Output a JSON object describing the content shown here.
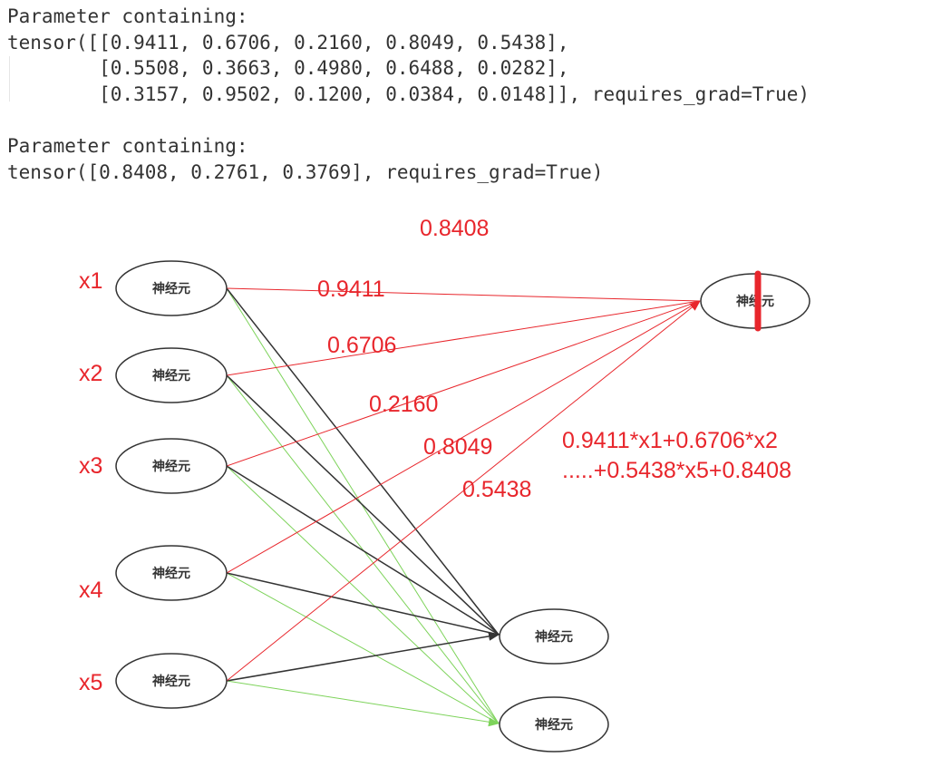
{
  "code": {
    "block1": "Parameter containing:\ntensor([[0.9411, 0.6706, 0.2160, 0.8049, 0.5438],\n        [0.5508, 0.3663, 0.4980, 0.6488, 0.0282],\n        [0.3157, 0.9502, 0.1200, 0.0384, 0.0148]], requires_grad=True)",
    "block2": "Parameter containing:\ntensor([0.8408, 0.2761, 0.3769], requires_grad=True)"
  },
  "diagram": {
    "neuron_label": "神经元",
    "inputs": [
      "x1",
      "x2",
      "x3",
      "x4",
      "x5"
    ],
    "bias_label": "0.8408",
    "weights": [
      "0.9411",
      "0.6706",
      "0.2160",
      "0.8049",
      "0.5438"
    ],
    "formula_line1": "0.9411*x1+0.6706*x2",
    "formula_line2": ".....+0.5438*x5+0.8408",
    "colors": {
      "red": "#e8262c",
      "black": "#333333",
      "green": "#7dd35a"
    }
  }
}
